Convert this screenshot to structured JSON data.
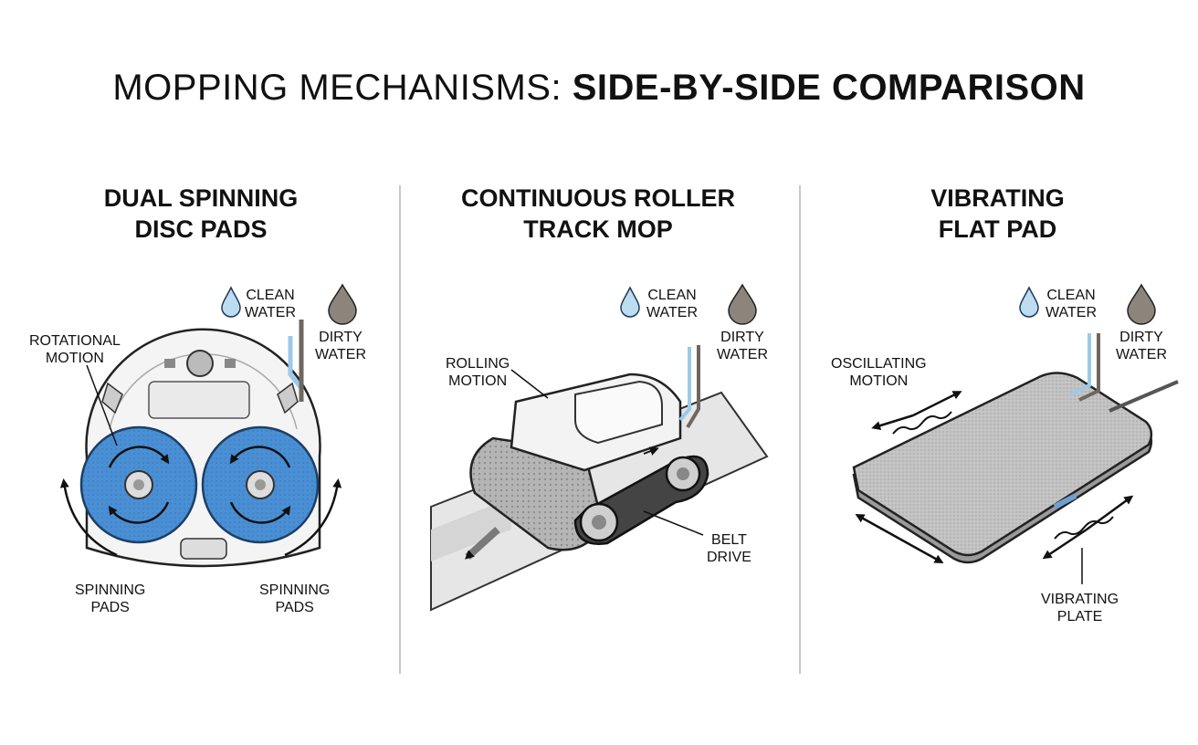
{
  "title": {
    "part1": "MOPPING MECHANISMS:",
    "part2": "SIDE-BY-SIDE COMPARISON"
  },
  "panels": [
    {
      "title_line1": "DUAL SPINNING",
      "title_line2": "DISC PADS",
      "labels": {
        "clean1": "CLEAN",
        "clean2": "WATER",
        "dirty1": "DIRTY",
        "dirty2": "WATER",
        "motion1": "ROTATIONAL",
        "motion2": "MOTION",
        "padsL1": "SPINNING",
        "padsL2": "PADS",
        "padsR1": "SPINNING",
        "padsR2": "PADS"
      }
    },
    {
      "title_line1": "CONTINUOUS ROLLER",
      "title_line2": "TRACK MOP",
      "labels": {
        "clean1": "CLEAN",
        "clean2": "WATER",
        "dirty1": "DIRTY",
        "dirty2": "WATER",
        "motion1": "ROLLING",
        "motion2": "MOTION",
        "belt1": "BELT",
        "belt2": "DRIVE"
      }
    },
    {
      "title_line1": "VIBRATING",
      "title_line2": "FLAT PAD",
      "labels": {
        "clean1": "CLEAN",
        "clean2": "WATER",
        "dirty1": "DIRTY",
        "dirty2": "WATER",
        "motion1": "OSCILLATING",
        "motion2": "MOTION",
        "plate1": "VIBRATING",
        "plate2": "PLATE"
      }
    }
  ],
  "colors": {
    "pad_blue": "#4a8fd4",
    "clean_water": "#bcdcf2",
    "dirty_water": "#8c857c",
    "mop_gray": "#bdbdbd"
  }
}
